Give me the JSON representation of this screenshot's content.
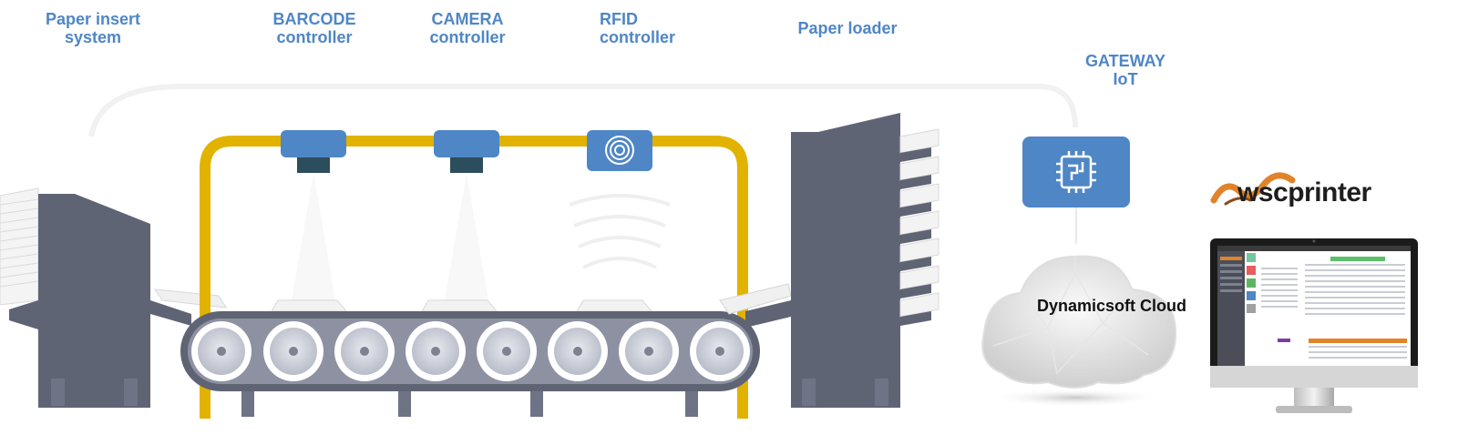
{
  "labels": {
    "paper_insert": [
      "Paper insert",
      "system"
    ],
    "barcode": [
      "BARCODE",
      "controller"
    ],
    "camera": [
      "CAMERA",
      "controller"
    ],
    "rfid": [
      "RFID",
      "controller"
    ],
    "paper_loader": "Paper loader",
    "gateway": [
      "GATEWAY",
      "IoT"
    ]
  },
  "cloud": {
    "label": "Dynamicsoft Cloud"
  },
  "brand": {
    "name": "wscprinter"
  },
  "colors": {
    "label_blue": "#4f86c6",
    "frame_yellow": "#e2b200",
    "machine_gray": "#5f6475",
    "device_blue": "#4f86c6",
    "brand_orange": "#e0832a"
  },
  "icons": [
    "rfid-icon",
    "chip-icon",
    "cloud-icon",
    "monitor-icon",
    "brand-swoosh-icon"
  ]
}
